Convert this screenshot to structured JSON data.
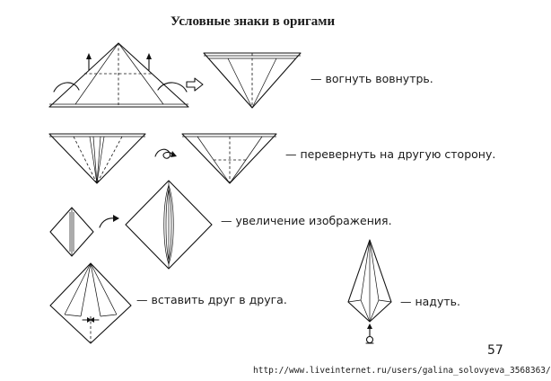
{
  "title": "Условные знаки в оригами",
  "legend": [
    {
      "caption": "— вогнуть вовнутрь."
    },
    {
      "caption": "— перевернуть на другую сторону."
    },
    {
      "caption": "— увеличение изображения."
    },
    {
      "caption": "— вставить друг в друга."
    },
    {
      "caption": "— надуть."
    }
  ],
  "page_number": "57",
  "footer_url": "http://www.liveinternet.ru/users/galina_solovyeva_3568363/"
}
